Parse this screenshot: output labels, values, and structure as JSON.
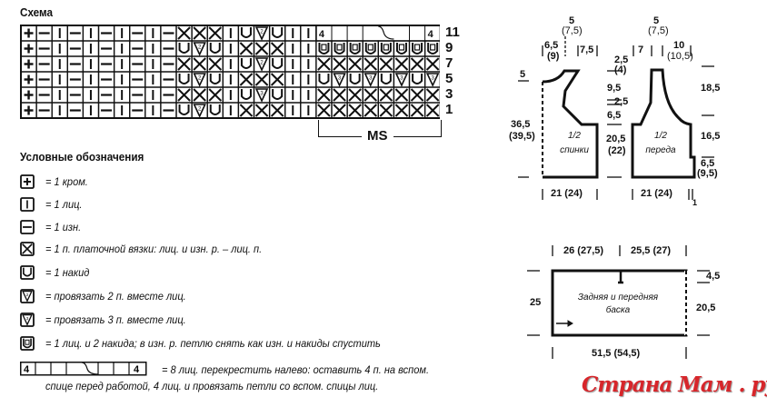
{
  "chart_title": "Схема",
  "chart": {
    "rows": [
      {
        "number": "11",
        "cells": [
          "+",
          "-",
          "|",
          "-",
          "|",
          "-",
          "|",
          "-",
          "|",
          "-",
          "X",
          "X",
          "X",
          "|",
          "U",
          "V",
          "U",
          "|",
          "|",
          "C4",
          "C",
          "C",
          "C",
          "C",
          "C",
          "C",
          "C4"
        ]
      },
      {
        "number": "9",
        "cells": [
          "+",
          "-",
          "|",
          "-",
          "|",
          "-",
          "|",
          "-",
          "|",
          "-",
          "U",
          "V",
          "U",
          "|",
          "X",
          "X",
          "X",
          "|",
          "|",
          "B",
          "B",
          "B",
          "B",
          "B",
          "B",
          "B",
          "B"
        ]
      },
      {
        "number": "7",
        "cells": [
          "+",
          "-",
          "|",
          "-",
          "|",
          "-",
          "|",
          "-",
          "|",
          "-",
          "X",
          "X",
          "X",
          "|",
          "U",
          "V",
          "U",
          "|",
          "|",
          "X",
          "X",
          "X",
          "X",
          "X",
          "X",
          "X",
          "X"
        ]
      },
      {
        "number": "5",
        "cells": [
          "+",
          "-",
          "|",
          "-",
          "|",
          "-",
          "|",
          "-",
          "|",
          "-",
          "U",
          "V",
          "U",
          "|",
          "X",
          "X",
          "X",
          "|",
          "|",
          "U",
          "V3",
          "U",
          "V3",
          "U",
          "V3",
          "U",
          "V3"
        ]
      },
      {
        "number": "3",
        "cells": [
          "+",
          "-",
          "|",
          "-",
          "|",
          "-",
          "|",
          "-",
          "|",
          "-",
          "X",
          "X",
          "X",
          "|",
          "U",
          "V3",
          "U",
          "|",
          "|",
          "X",
          "X",
          "X",
          "X",
          "X",
          "X",
          "X",
          "X"
        ]
      },
      {
        "number": "1",
        "cells": [
          "+",
          "-",
          "|",
          "-",
          "|",
          "-",
          "|",
          "-",
          "|",
          "-",
          "U",
          "V",
          "U",
          "|",
          "X",
          "X",
          "X",
          "|",
          "|",
          "X",
          "X",
          "X",
          "X",
          "X",
          "X",
          "X",
          "X"
        ]
      }
    ],
    "ms_label": "MS"
  },
  "legend": {
    "title": "Условные обозначения",
    "items": [
      {
        "symbol": "+",
        "text": "= 1 кром."
      },
      {
        "symbol": "|",
        "text": "= 1 лиц."
      },
      {
        "symbol": "-",
        "text": "= 1 изн."
      },
      {
        "symbol": "X",
        "text": "= 1 п. платочной вязки: лиц. и изн. р. – лиц. п."
      },
      {
        "symbol": "U",
        "text": "= 1 накид"
      },
      {
        "symbol": "V",
        "text": "= провязать 2 п. вместе лиц."
      },
      {
        "symbol": "V3",
        "text": "= провязать 3 п. вместе лиц."
      },
      {
        "symbol": "B",
        "text": "= 1 лиц. и 2 накида; в изн. р. петлю снять как изн. и накиды спустить"
      }
    ],
    "cable": {
      "num": "4",
      "text_line1": "= 8 лиц. перекрестить налево: оставить 4 п. на вспом.",
      "text_line2": "спице перед работой, 4 лиц. и провязать петли со вспом. спицы лиц."
    }
  },
  "back": {
    "label1": "1/2",
    "label2": "спинки",
    "top_neck": "5",
    "top_neck_alt": "(7,5)",
    "left_shoulder": "6,5",
    "left_shoulder_alt": "(9)",
    "right_shoulder": "7,5",
    "left_top": "5",
    "height": "36,5",
    "height_alt": "(39,5)",
    "width": "21 (24)"
  },
  "front": {
    "label1": "1/2",
    "label2": "переда",
    "top_neck": "5",
    "top_neck_alt": "(7,5)",
    "left_w": "7",
    "right_w": "10",
    "right_w_alt": "(10,5)",
    "l_a": "2,5",
    "l_a_alt": "(4)",
    "l_b": "9,5",
    "l_c": "2,5",
    "l_d": "6,5",
    "l_e": "20,5",
    "l_e_alt": "(22)",
    "r_a": "18,5",
    "r_b": "16,5",
    "r_c": "6,5",
    "r_c_alt": "(9,5)",
    "width": "21 (24)",
    "edge": "1"
  },
  "yoke": {
    "label1": "Задняя и передняя",
    "label2": "баска",
    "top_left": "26 (27,5)",
    "top_right": "25,5 (27)",
    "left": "25",
    "right_top": "4,5",
    "right": "20,5",
    "bottom": "51,5 (54,5)"
  },
  "watermark": "Страна Мам . ру"
}
